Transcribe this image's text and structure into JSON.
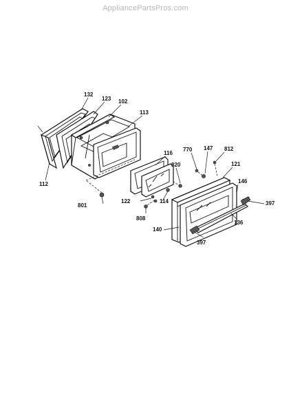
{
  "watermark": "AppliancePartsPros.com",
  "labels": {
    "p132": "132",
    "p123": "123",
    "p102": "102",
    "p113": "113",
    "p112": "112",
    "p801": "801",
    "p116": "116",
    "p820": "820",
    "p770": "770",
    "p147": "147",
    "p812": "812",
    "p121": "121",
    "p146": "146",
    "p397a": "397",
    "p122": "122",
    "p114": "114",
    "p808": "808",
    "p140": "140",
    "p136": "136",
    "p397b": "397"
  }
}
